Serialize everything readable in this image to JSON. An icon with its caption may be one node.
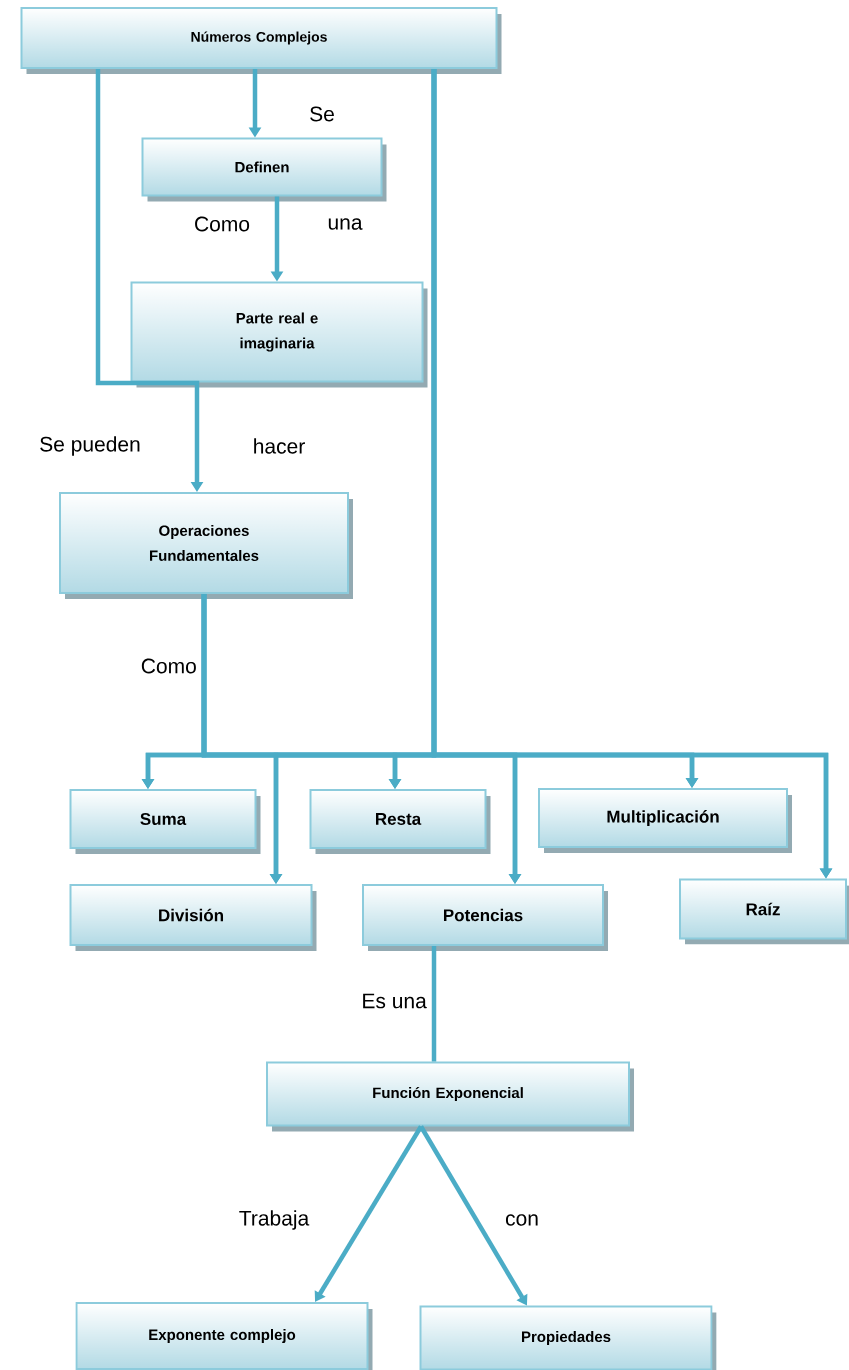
{
  "diagram": {
    "nodes": [
      {
        "text": [
          "Números  Complejos"
        ]
      },
      {
        "text": [
          "Definen"
        ]
      },
      {
        "text": [
          "Parte real e imaginaria"
        ]
      },
      {
        "text": [
          "Operaciones Fundamentales"
        ]
      },
      {
        "text": [
          "Suma"
        ]
      },
      {
        "text": [
          "Resta"
        ]
      },
      {
        "text": [
          "Multiplicación"
        ]
      },
      {
        "text": [
          "División"
        ]
      },
      {
        "text": [
          "Potencias"
        ]
      },
      {
        "text": [
          "Raíz"
        ]
      },
      {
        "text": [
          "Función Exponencial"
        ]
      },
      {
        "text": [
          "Exponente complejo"
        ]
      },
      {
        "text": [
          "Propiedades"
        ]
      }
    ],
    "edges": [
      {
        "from": 0,
        "to": 1,
        "arrow": "to",
        "label": "Se"
      },
      {
        "from": 1,
        "to": 2,
        "arrow": "to",
        "label": "Como"
      },
      {
        "from": 0,
        "to": 3,
        "arrow": "to",
        "label": "Se pueden"
      },
      {
        "from": 3,
        "to": 4,
        "arrow": "to",
        "label": "Como"
      },
      {
        "from": 3,
        "to": 5,
        "arrow": "to"
      },
      {
        "from": 3,
        "to": 6,
        "arrow": "to"
      },
      {
        "from": 3,
        "to": 7,
        "arrow": "to"
      },
      {
        "from": 3,
        "to": 8,
        "arrow": "to"
      },
      {
        "from": 3,
        "to": 9,
        "arrow": "to"
      },
      {
        "from": 0,
        "to": 4,
        "arrow": "to"
      },
      {
        "from": 0,
        "to": 5,
        "arrow": "to"
      },
      {
        "from": 0,
        "to": 6,
        "arrow": "to"
      },
      {
        "from": 0,
        "to": 7,
        "arrow": "to"
      },
      {
        "from": 0,
        "to": 8,
        "arrow": "to"
      },
      {
        "from": 0,
        "to": 9,
        "arrow": "to"
      },
      {
        "from": 8,
        "to": 10,
        "arrow": "none",
        "label": "Es una"
      },
      {
        "from": 10,
        "to": 11,
        "arrow": "to",
        "label": "Trabaja"
      },
      {
        "from": 10,
        "to": 12,
        "arrow": "to",
        "label": "con"
      }
    ],
    "labels": [
      "una",
      "hacer"
    ]
  }
}
